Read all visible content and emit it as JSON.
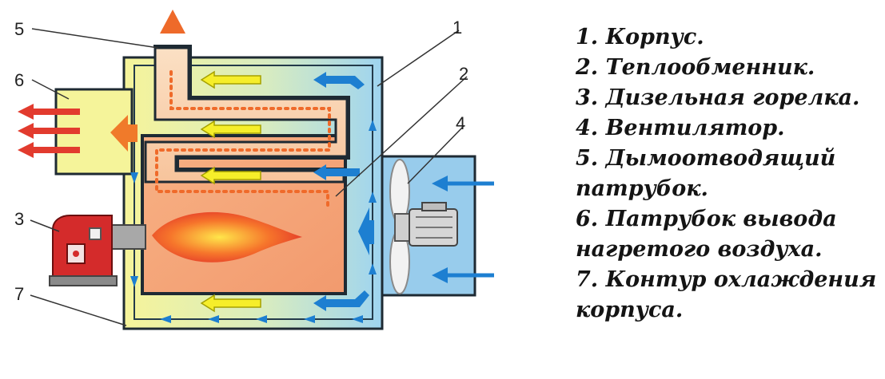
{
  "callouts": {
    "n1": "1",
    "n2": "2",
    "n3": "3",
    "n4": "4",
    "n5": "5",
    "n6": "6",
    "n7": "7"
  },
  "legend": {
    "l1": "1. Корпус.",
    "l2": "2. Теплообменник.",
    "l3": "3. Дизельная горелка.",
    "l4": "4. Вентилятор.",
    "l5a": "5. Дымоотводящий",
    "l5b": "патрубок.",
    "l6a": "6. Патрубок вывода",
    "l6b": "нагретого воздуха.",
    "l7a": "7. Контур охлаждения",
    "l7b": "корпуса."
  },
  "colors": {
    "outline": "#1e2a33",
    "warm_air": "#f3f2a8",
    "cool_air": "#9fd3ef",
    "heat_exchanger": "#f4a070",
    "flame": "#e8402a",
    "burner": "#d52a2a",
    "blue_arrow": "#1d7fd1",
    "yellow_arrow": "#f6ee2a",
    "red_arrow": "#e23b2e"
  }
}
